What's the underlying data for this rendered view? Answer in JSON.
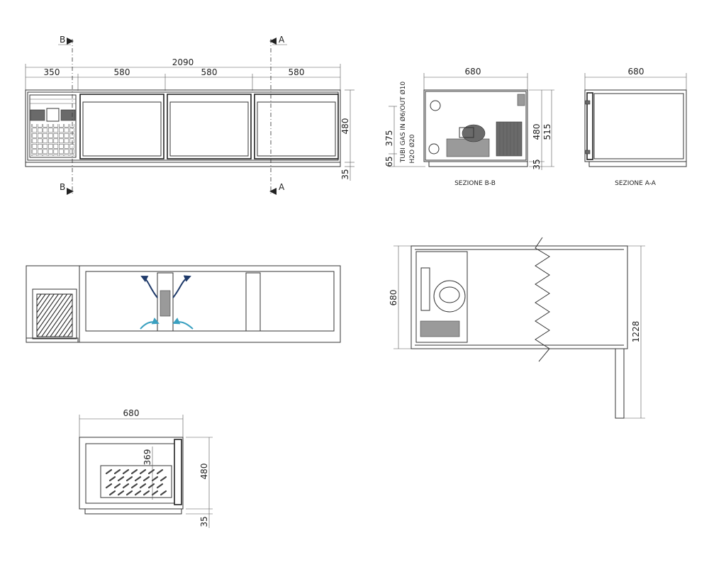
{
  "front_view": {
    "total_width": "2090",
    "seg1": "350",
    "seg2": "580",
    "seg3": "580",
    "seg4": "580",
    "height": "480",
    "base": "35",
    "section_b_top": "B",
    "section_b_bottom": "B",
    "section_a_top": "A",
    "section_a_bottom": "A"
  },
  "section_bb": {
    "width": "680",
    "dim_375": "375",
    "pipe_note": "TUBI GAS IN Ø6/OUT Ø10",
    "dim_65": "65",
    "h2o_note": "H2O Ø20",
    "height": "480",
    "total_height": "515",
    "base": "35",
    "caption": "SEZIONE B-B"
  },
  "section_aa": {
    "width": "680",
    "caption": "SEZIONE A-A"
  },
  "top_view": {
    "depth": "680",
    "length": "1228"
  },
  "drawer_view": {
    "width": "680",
    "inner": "369",
    "height": "480",
    "base": "35"
  },
  "colors": {
    "line": "#333333",
    "airflow_dark": "#1f3a6a",
    "airflow_light": "#3aa0c0"
  }
}
